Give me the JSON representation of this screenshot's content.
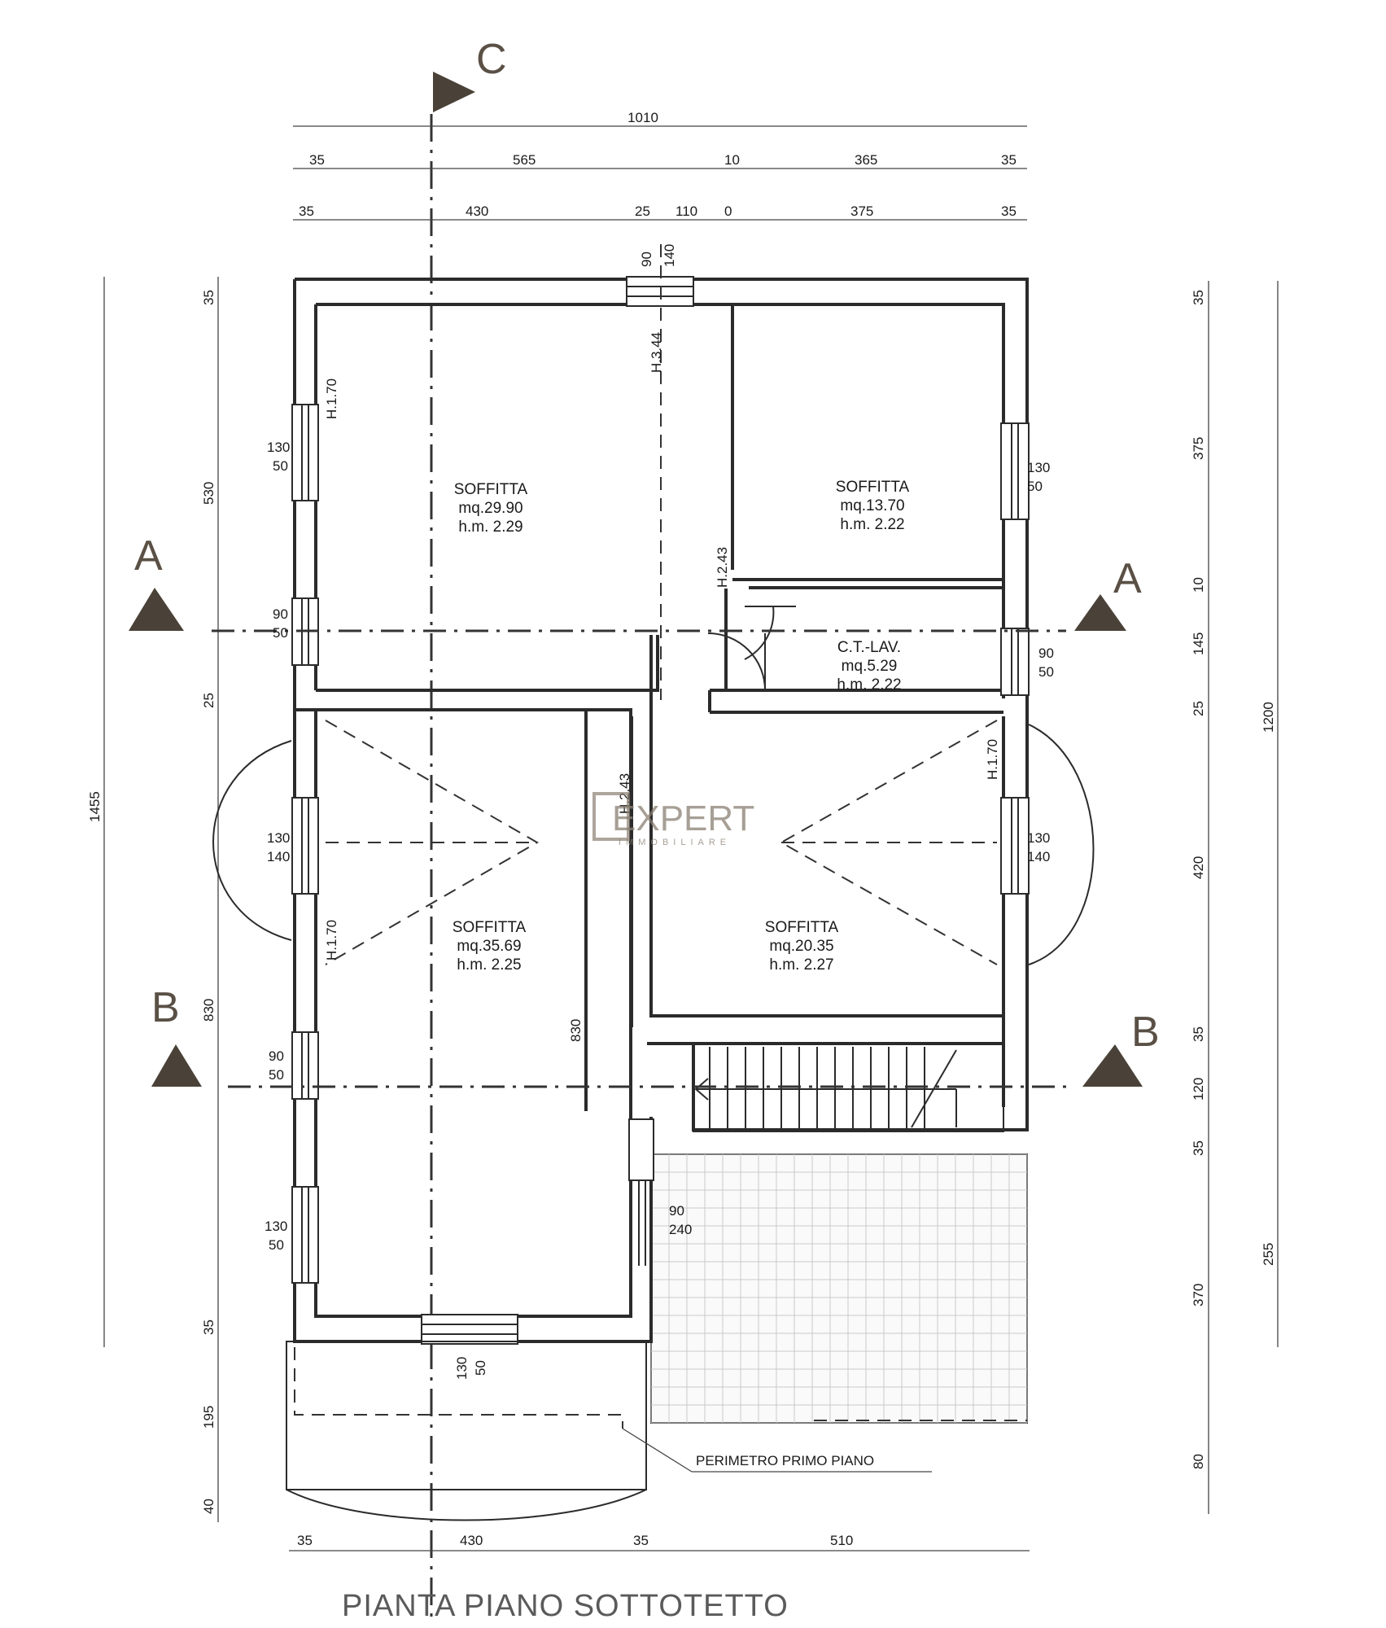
{
  "title": "PIANTA PIANO SOTTOTETTO",
  "section_markers": {
    "C": "C",
    "A_left": "A",
    "A_right": "A",
    "B_left": "B",
    "B_right": "B"
  },
  "dims_top": {
    "total": "1010",
    "row2": [
      "35",
      "565",
      "10",
      "365",
      "35"
    ],
    "row3": [
      "35",
      "430",
      "25",
      "110",
      "0",
      "375",
      "35"
    ]
  },
  "dims_bottom": [
    "35",
    "430",
    "35",
    "510"
  ],
  "dims_left": {
    "outer": "1455",
    "inner": [
      "35",
      "530",
      "25",
      "830",
      "35",
      "195",
      "40"
    ]
  },
  "dims_right": {
    "outer_top": "1200",
    "outer_bottom": "255",
    "inner": [
      "35",
      "375",
      "10",
      "145",
      "25",
      "420",
      "35",
      "120",
      "35",
      "370",
      "80"
    ]
  },
  "openings": {
    "top_door": [
      "90",
      "140"
    ],
    "left_w1": [
      "130",
      "50"
    ],
    "left_w2": [
      "90",
      "50"
    ],
    "left_w3": [
      "130",
      "140"
    ],
    "left_w4": [
      "90",
      "50"
    ],
    "left_w5": [
      "130",
      "50"
    ],
    "right_w1": [
      "130",
      "50"
    ],
    "right_w2": [
      "90",
      "50"
    ],
    "right_w3": [
      "130",
      "140"
    ],
    "terrace_door": [
      "90",
      "240"
    ],
    "bottom_w": [
      "130",
      "50"
    ]
  },
  "heights": {
    "h1": "H.1.70",
    "h2": "H.3.44",
    "h3": "H.2.43",
    "h4": "H.1.70",
    "h5": "H.2.43",
    "h6": "H.1.70",
    "interior_830": "830"
  },
  "rooms": [
    {
      "name": "SOFFITTA",
      "area": "mq.29.90",
      "height": "h.m. 2.29"
    },
    {
      "name": "SOFFITTA",
      "area": "mq.13.70",
      "height": "h.m. 2.22"
    },
    {
      "name": "C.T.-LAV.",
      "area": "mq.5.29",
      "height": "h.m. 2.22"
    },
    {
      "name": "SOFFITTA",
      "area": "mq.35.69",
      "height": "h.m. 2.25"
    },
    {
      "name": "SOFFITTA",
      "area": "mq.20.35",
      "height": "h.m. 2.27"
    }
  ],
  "perimeter_label": "PERIMETRO PRIMO PIANO",
  "watermark": {
    "main": "EXPERT",
    "sub": "IMMOBILIARE"
  }
}
